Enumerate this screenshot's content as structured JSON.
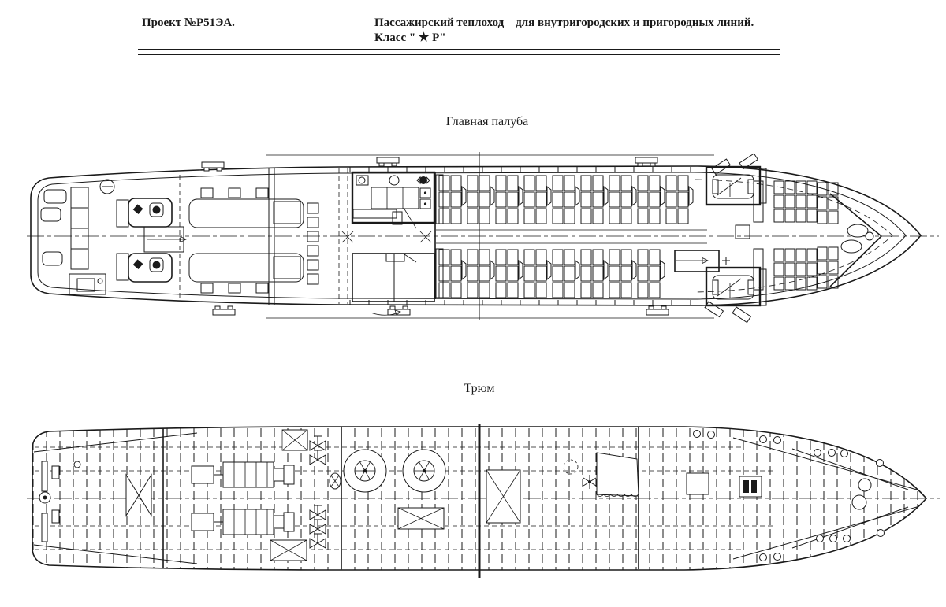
{
  "header": {
    "project": "Проект №Р51ЭА.",
    "title_line1": "Пассажирский теплоход    для внутригородских и пригородных линий.",
    "title_line2": "Класс \" ★ Р\""
  },
  "labels": {
    "main_deck": "Главная палуба",
    "hold": "Трюм"
  },
  "drawing": {
    "type": "ship general arrangement blueprint",
    "plans": [
      "Главная палуба (main deck plan)",
      "Трюм (hold plan)"
    ],
    "features_main_deck": [
      "stern lounge with armchairs, benches, toilets, aft stairway, two long tables",
      "galley compartment with sink, stove, appliances",
      "passenger salon with rows of bench seats",
      "forward stairway",
      "two sofa cabins",
      "bow lounge seats with oval tables",
      "deck cleats and davits",
      "centerline",
      "midship section line"
    ],
    "features_hold": [
      "transverse frames",
      "rudder gear at stern",
      "two main engines with gearboxes",
      "valve fittings",
      "two spoked capstan circles",
      "crossed tank boxes",
      "bulkheads",
      "lightening-hole circles near bow",
      "bow stringers"
    ]
  },
  "colors": {
    "ink": "#1a1a1a",
    "paper": "#ffffff"
  }
}
